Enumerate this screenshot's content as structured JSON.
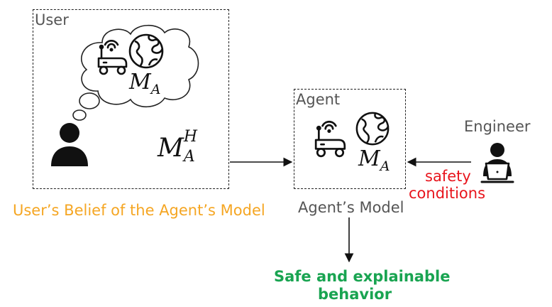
{
  "user_box": {
    "title": "User",
    "thought_math": {
      "base": "M",
      "sub": "A"
    },
    "belief_math": {
      "base": "M",
      "sup": "H",
      "sub": "A"
    },
    "caption": "User’s Belief of the Agent’s Model"
  },
  "agent_box": {
    "title": "Agent",
    "math": {
      "base": "M",
      "sub": "A"
    },
    "caption": "Agent’s Model"
  },
  "engineer": {
    "label": "Engineer",
    "input_label_line1": "safety",
    "input_label_line2": "conditions"
  },
  "output": {
    "line1": "Safe and explainable",
    "line2": "behavior"
  },
  "colors": {
    "orange": "#f5a623",
    "red": "#e8141c",
    "green": "#19a451",
    "gray": "#555555"
  }
}
